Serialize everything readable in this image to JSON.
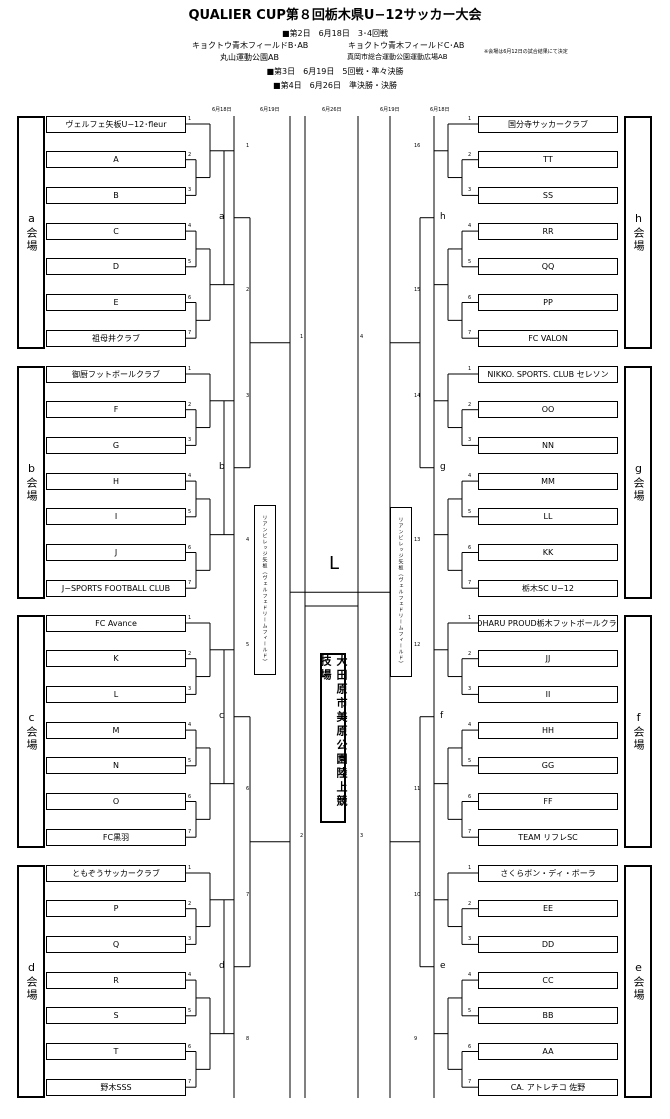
{
  "header": {
    "title": "QUALIER CUP第８回栃木県U−12サッカー大会",
    "line1": "■第2日　6月18日　3･4回戦",
    "venue_left_1": "キョクトウ青木フィールドB･AB",
    "venue_right_1": "キョクトウ青木フィールドC･AB",
    "venue_left_2": "丸山運動公園AB",
    "venue_right_2": "真岡市総合運動公園運動広場AB",
    "note": "※会場は6月12日の試合結果にて決定",
    "line3": "■第3日　6月19日　5回戦・準々決勝",
    "line4": "■第4日　6月26日　準決勝・決勝"
  },
  "dates": [
    "6月18日",
    "6月19日",
    "6月26日",
    "6月19日",
    "6月18日"
  ],
  "left_teams": [
    "ヴェルフェ矢板U−12･fleur",
    "A",
    "B",
    "C",
    "D",
    "E",
    "祖母井クラブ",
    "御厨フットボールクラブ",
    "F",
    "G",
    "H",
    "I",
    "J",
    "J−SPORTS FOOTBALL CLUB",
    "FC Avance",
    "K",
    "L",
    "M",
    "N",
    "O",
    "FC黒羽",
    "ともぞうサッカークラブ",
    "P",
    "Q",
    "R",
    "S",
    "T",
    "野木SSS"
  ],
  "right_teams": [
    "国分寺サッカークラブ",
    "TT",
    "SS",
    "RR",
    "QQ",
    "PP",
    "FC VALON",
    "NIKKO. SPORTS. CLUB セレソン",
    "OO",
    "NN",
    "MM",
    "LL",
    "KK",
    "栃木SC U−12",
    "KOHARU PROUD栃木フットボールクラブ",
    "JJ",
    "II",
    "HH",
    "GG",
    "FF",
    "TEAM リフレSC",
    "さくらボン・ディ・ボーラ",
    "EE",
    "DD",
    "CC",
    "BB",
    "AA",
    "CA. アトレチコ 佐野"
  ],
  "left_venues": [
    "a会場",
    "b会場",
    "c会場",
    "d会場"
  ],
  "right_venues": [
    "h会場",
    "g会場",
    "f会場",
    "e会場"
  ],
  "group_letters_left": [
    "a",
    "b",
    "c",
    "d"
  ],
  "group_letters_right": [
    "h",
    "g",
    "f",
    "e"
  ],
  "seed_nums": [
    "1",
    "2",
    "3",
    "4",
    "5",
    "6",
    "7"
  ],
  "left_r3_nums": [
    "1",
    "2",
    "3",
    "4",
    "5",
    "6",
    "7",
    "8"
  ],
  "right_r3_nums": [
    "16",
    "15",
    "14",
    "13",
    "12",
    "11",
    "10",
    "9"
  ],
  "left_qf_nums": [
    "1",
    "2"
  ],
  "right_qf_nums": [
    "4",
    "3"
  ],
  "qf_venue_left": "リアンビレッジ矢板（ヴェルフェドリームフィールド）",
  "qf_venue_right": "リアンビレッジ矢板（ヴェルフェドリームフィールド）",
  "final_venue": "大田原市美原公園陸上競技場",
  "final_mark": "L"
}
